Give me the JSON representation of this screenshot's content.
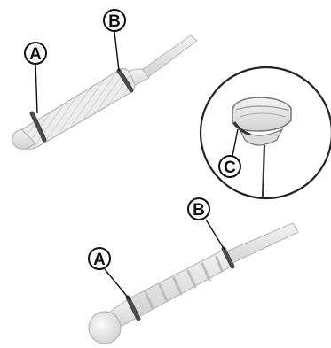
{
  "callouts": {
    "dipstick_1_a": "A",
    "dipstick_1_b": "B",
    "cap_detail_c": "C",
    "dipstick_2_a": "A",
    "dipstick_2_b": "B"
  },
  "colors": {
    "background": "#ffffff",
    "stick_fill": "#e6e6e6",
    "stick_outline": "#b5b5b5",
    "mark_band": "#4a4a4a",
    "hatch": "#c9c9c9",
    "callout_stroke": "#111111"
  }
}
